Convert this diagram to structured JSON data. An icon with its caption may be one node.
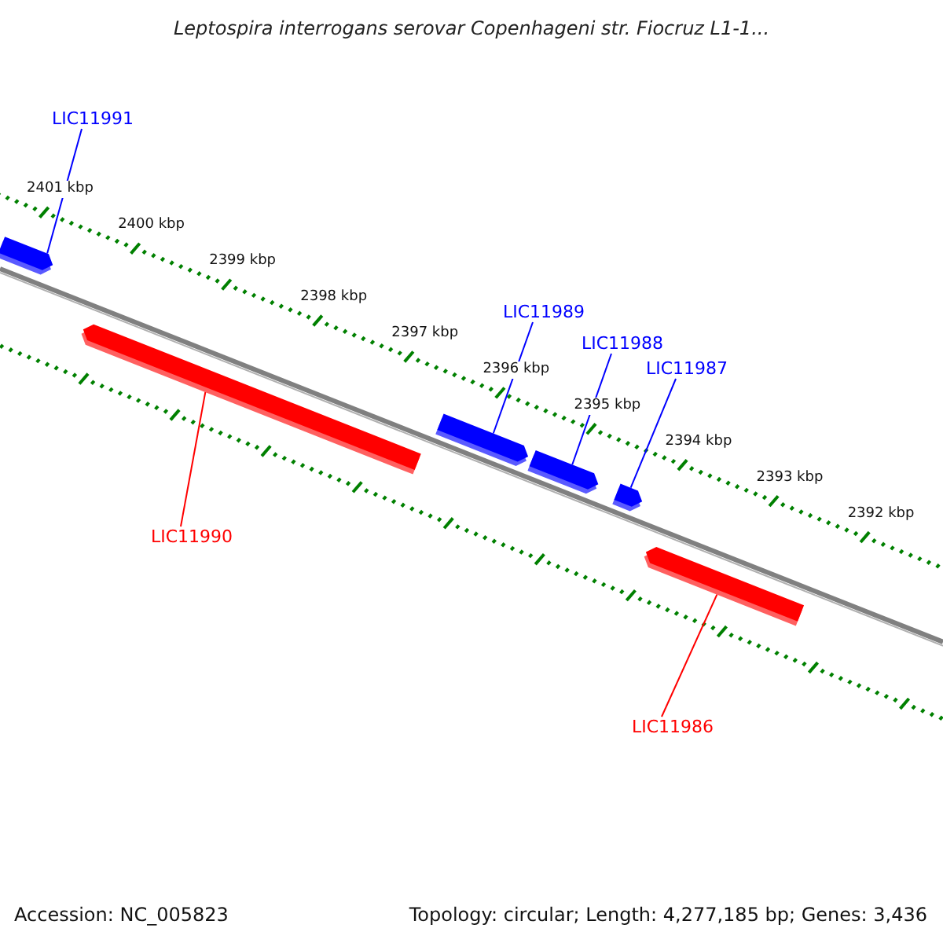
{
  "diagram": {
    "title": "Leptospira interrogans serovar Copenhageni str. Fiocruz L1-1...",
    "nodes": [
      {
        "text": [
          "LIC11991"
        ]
      },
      {
        "text": [],
        "shape": "bar"
      },
      {
        "text": [
          "LIC11989"
        ]
      },
      {
        "text": [
          "LIC11988"
        ]
      },
      {
        "text": [
          "LIC11987"
        ]
      },
      {
        "text": [],
        "shape": "bar"
      },
      {
        "text": [],
        "shape": "bar"
      },
      {
        "text": [],
        "shape": "bar"
      },
      {
        "text": [],
        "shape": "bar"
      },
      {
        "text": [],
        "shape": "bar"
      },
      {
        "text": [
          "LIC11990"
        ]
      },
      {
        "text": [
          "LIC11986"
        ]
      }
    ],
    "edges": [
      {
        "from": 0,
        "to": 1,
        "arrow": "none"
      },
      {
        "from": 2,
        "to": 6,
        "arrow": "none"
      },
      {
        "from": 3,
        "to": 7,
        "arrow": "none"
      },
      {
        "from": 4,
        "to": 8,
        "arrow": "none"
      },
      {
        "from": 10,
        "to": 5,
        "arrow": "none",
        "color": "#ff0000"
      },
      {
        "from": 11,
        "to": 9,
        "arrow": "none",
        "color": "#ff0000"
      }
    ],
    "labels": [
      "2401 kbp",
      "2400 kbp",
      "2399 kbp",
      "2398 kbp",
      "2397 kbp",
      "2396 kbp",
      "2395 kbp",
      "2394 kbp",
      "2393 kbp",
      "2392 kbp",
      "Accession: NC_005823",
      "Topology: circular; Length: 4,277,185 bp; Genes: 3,436"
    ]
  }
}
